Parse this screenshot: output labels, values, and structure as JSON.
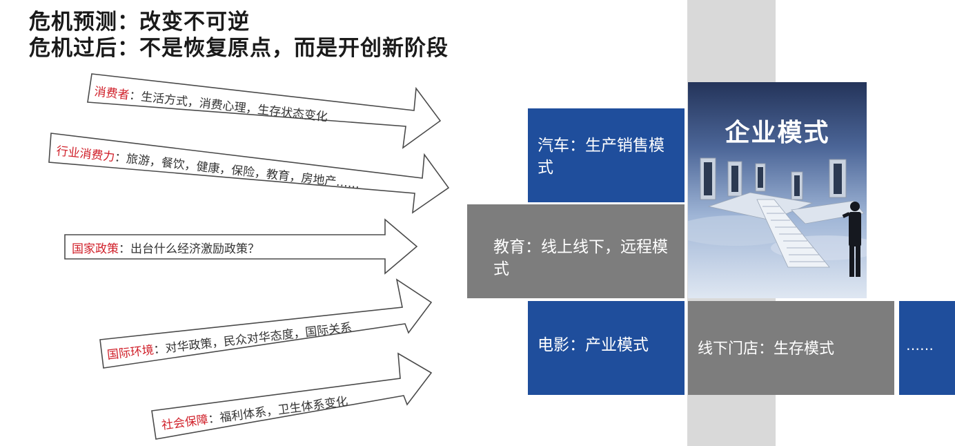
{
  "title": {
    "line1": "危机预测：改变不可逆",
    "line2": "危机过后：不是恢复原点，而是开创新阶段"
  },
  "factors": [
    {
      "key": "消费者",
      "desc": "：生活方式，消费心理，生存状态变化"
    },
    {
      "key": "行业消费力",
      "desc": "：旅游，餐饮，健康，保险，教育，房地产……"
    },
    {
      "key": "国家政策",
      "desc": "：出台什么经济激励政策？"
    },
    {
      "key": "国际环境",
      "desc": "：对华政策，民众对华态度，国际关系"
    },
    {
      "key": "社会保障",
      "desc": "：福利体系，卫生体系变化"
    }
  ],
  "tiles": {
    "auto": "汽车：生产销售模式",
    "education": "教育：线上线下，远程模式",
    "film": "电影：产业模式",
    "store": "线下门店：生存模式",
    "more": "……"
  },
  "image": {
    "title": "企业模式"
  },
  "colors": {
    "blue": "#1f4e9c",
    "gray": "#7d7d7d",
    "key_text": "#d0202a"
  }
}
